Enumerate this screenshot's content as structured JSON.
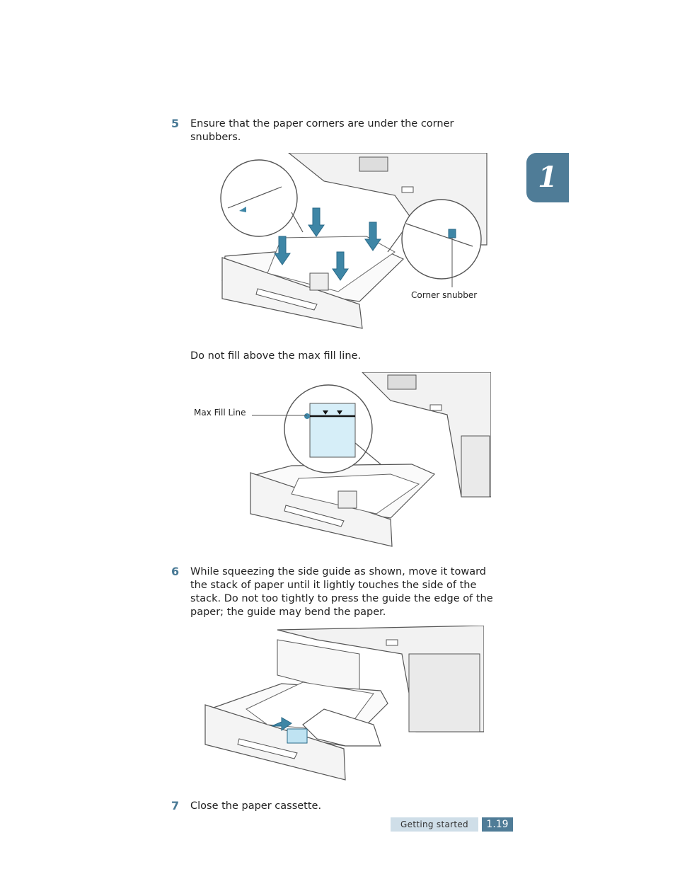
{
  "steps": [
    {
      "num": "5",
      "text_lines": [
        "Ensure that the paper corners are under the corner",
        "snubbers."
      ]
    },
    {
      "num": "6",
      "text_lines": [
        "While squeezing the side guide as shown, move it toward",
        "the stack of paper until it lightly touches the side of the",
        "stack. Do not too tightly to press the guide the edge of the",
        "paper; the guide may bend the paper."
      ]
    },
    {
      "num": "7",
      "text_lines": [
        "Close the paper cassette."
      ]
    }
  ],
  "note": "Do not fill above the max fill line.",
  "callouts": {
    "corner_snubber": "Corner snubber",
    "max_fill_line": "Max Fill Line"
  },
  "chapter": "1",
  "footer": {
    "section": "Getting started",
    "page": "1.19"
  },
  "colors": {
    "accent": "#4f7c97",
    "arrow": "#3e86a6",
    "light_blue": "#d6eef8"
  }
}
